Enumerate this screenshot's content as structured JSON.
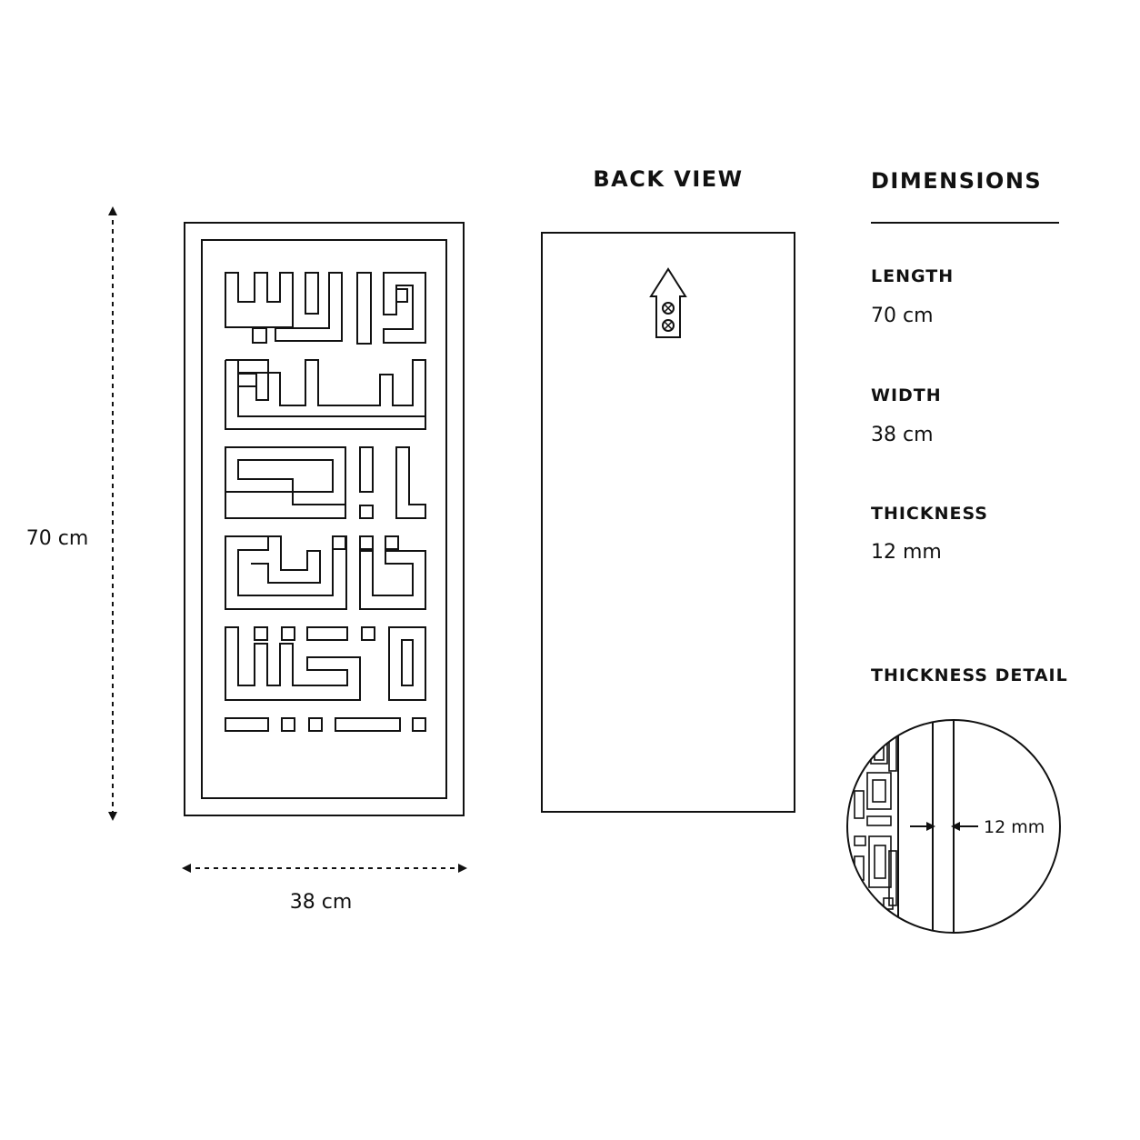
{
  "front_view": {
    "height_label": "70 cm",
    "width_label": "38 cm"
  },
  "back_view": {
    "title": "BACK VIEW",
    "hanger_icon": "sawtooth-hanger-icon"
  },
  "dimensions": {
    "title": "DIMENSIONS",
    "items": [
      {
        "label": "LENGTH",
        "value": "70 cm"
      },
      {
        "label": "WIDTH",
        "value": "38 cm"
      },
      {
        "label": "THICKNESS",
        "value": "12 mm"
      }
    ]
  },
  "thickness_detail": {
    "title": "THICKNESS DETAIL",
    "label": "12 mm"
  },
  "colors": {
    "line": "#111111",
    "background": "#ffffff"
  }
}
